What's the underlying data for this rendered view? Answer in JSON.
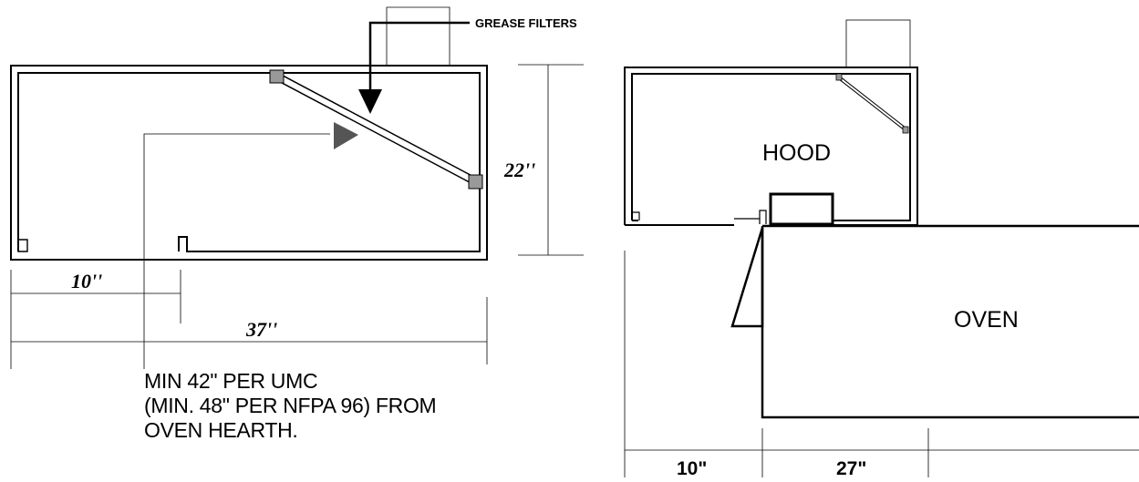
{
  "left_view": {
    "callout": "GREASE FILTERS",
    "height_dim": "22''",
    "setback_dim": "10''",
    "depth_dim": "37''",
    "note_lines": [
      "MIN 42\" PER UMC",
      "(MIN. 48\" PER NFPA 96) FROM",
      "OVEN HEARTH."
    ]
  },
  "right_view": {
    "hood_label": "HOOD",
    "oven_label": "OVEN",
    "dim_left": "10\"",
    "dim_right": "27\""
  }
}
